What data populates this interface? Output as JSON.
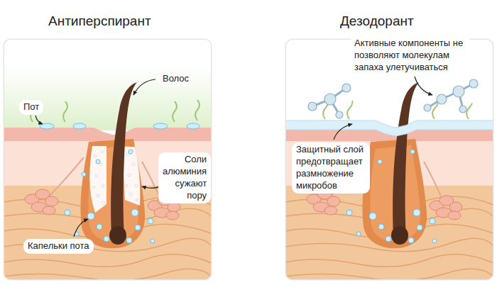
{
  "diagram": {
    "nodes": [
      {
        "text": [
          "Антиперспирант"
        ]
      },
      {
        "text": [
          "Пот"
        ],
        "in": 0
      },
      {
        "text": [
          "Волос"
        ],
        "in": 0
      },
      {
        "text": [
          "Соли алюминия сужают пору"
        ],
        "in": 0
      },
      {
        "text": [
          "Капельки пота"
        ],
        "in": 0
      },
      {
        "text": [
          "Дезодорант"
        ]
      },
      {
        "text": [
          "Активные компоненты не позволяют молекулам запаха улетучиваться"
        ],
        "in": 5
      },
      {
        "text": [
          "Защитный слой предотвращает размножение микробов"
        ],
        "in": 5
      }
    ]
  }
}
